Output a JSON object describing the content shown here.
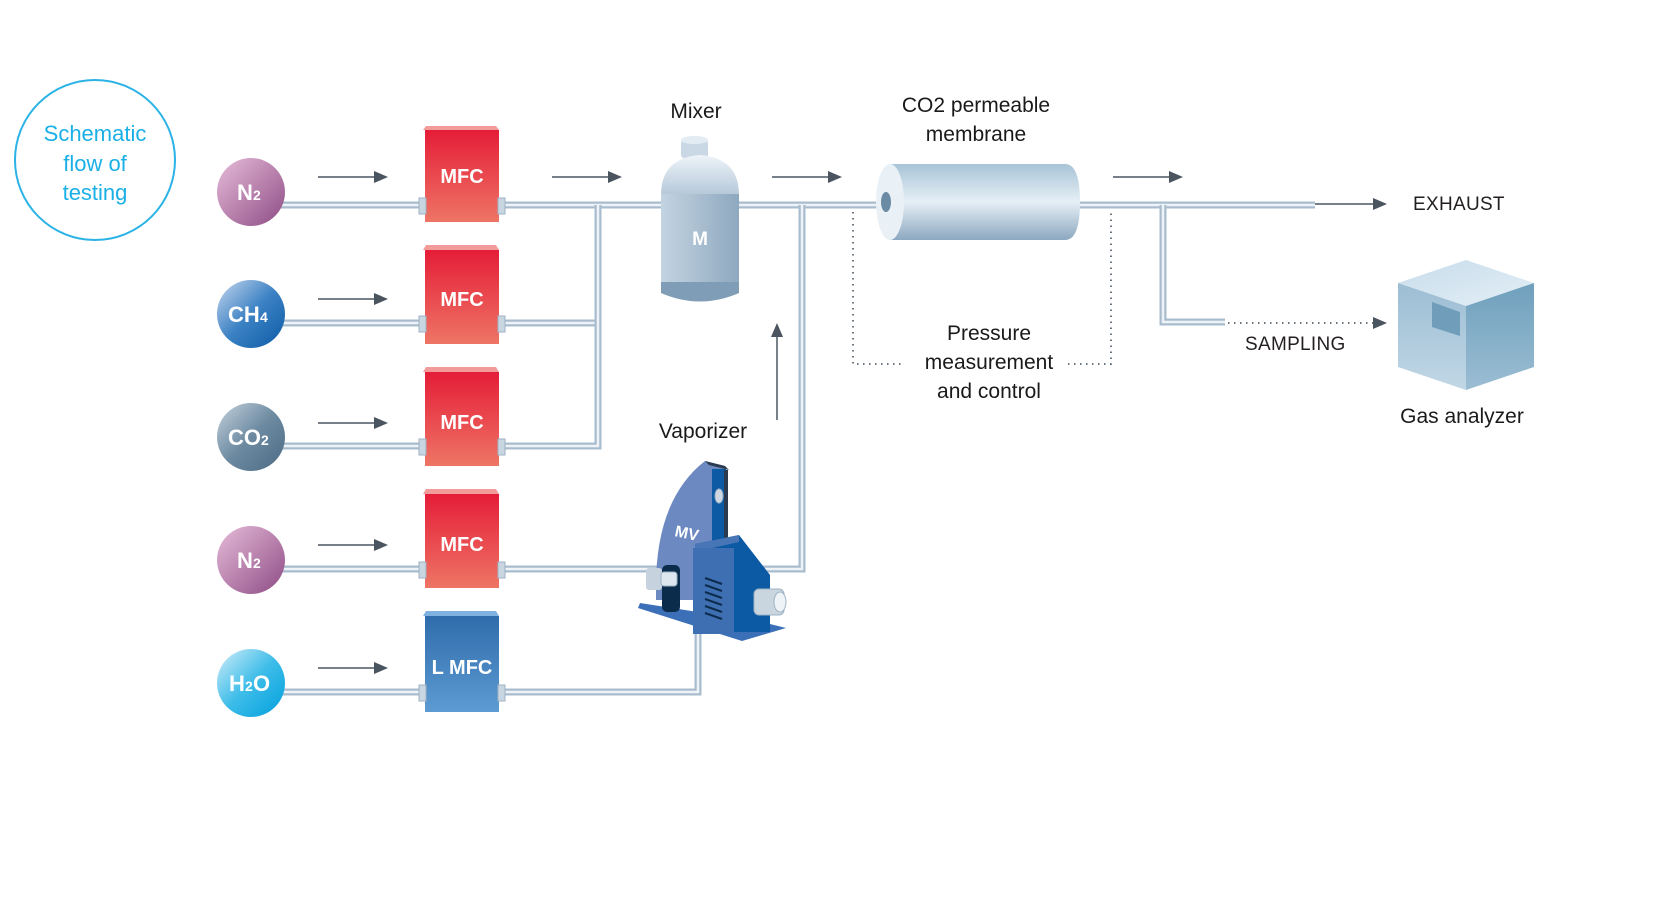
{
  "title": {
    "lines": [
      "Schematic",
      "flow of",
      "testing"
    ]
  },
  "sources": [
    {
      "id": "n2-top",
      "label_main": "N",
      "label_sub": "2",
      "color": "#a7659a"
    },
    {
      "id": "ch4",
      "label_main": "CH",
      "label_sub": "4",
      "color": "#2a71b5"
    },
    {
      "id": "co2",
      "label_main": "CO",
      "label_sub": "2",
      "color": "#5d7d96"
    },
    {
      "id": "n2-bottom",
      "label_main": "N",
      "label_sub": "2",
      "color": "#a7659a"
    },
    {
      "id": "h2o",
      "label_main": "H",
      "label_sub": "2",
      "label_tail": "O",
      "color": "#11a8de"
    }
  ],
  "controllers": [
    {
      "label": "MFC",
      "color": "#e8253b"
    },
    {
      "label": "MFC",
      "color": "#e8253b"
    },
    {
      "label": "MFC",
      "color": "#e8253b"
    },
    {
      "label": "MFC",
      "color": "#e8253b"
    },
    {
      "label": "L MFC",
      "color": "#3b78b8"
    }
  ],
  "mixer": {
    "title": "Mixer",
    "badge": "M"
  },
  "vaporizer": {
    "title": "Vaporizer",
    "badge": "MV"
  },
  "membrane": {
    "title_lines": [
      "CO2 permeable",
      "membrane"
    ]
  },
  "pressure": {
    "lines": [
      "Pressure",
      "measurement",
      "and control"
    ]
  },
  "outputs": {
    "exhaust": "EXHAUST",
    "sampling": "SAMPLING"
  },
  "analyzer": {
    "title": "Gas analyzer"
  }
}
